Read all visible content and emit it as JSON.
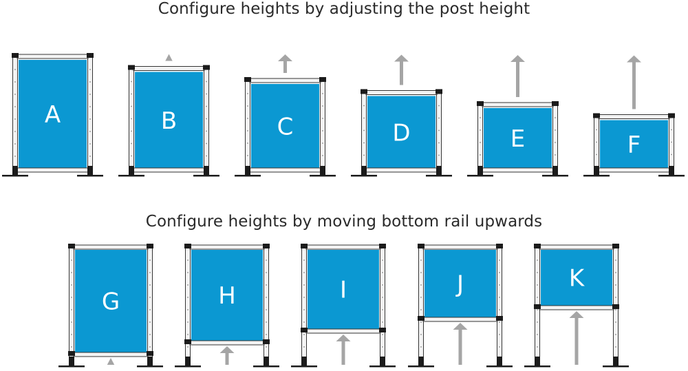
{
  "headings": {
    "top": "Configure heights by adjusting the post height",
    "bottom": "Configure heights by moving bottom rail upwards"
  },
  "colors": {
    "panel": "#0b98d2",
    "arrow": "#a5a5a5",
    "post": "#f4f4f4",
    "outline": "#333333",
    "foot": "#1b1b1b"
  },
  "top_row": {
    "caption": "adjusting the post height",
    "panels": [
      {
        "letter": "A",
        "height_step": 0
      },
      {
        "letter": "B",
        "height_step": 1
      },
      {
        "letter": "C",
        "height_step": 2
      },
      {
        "letter": "D",
        "height_step": 3
      },
      {
        "letter": "E",
        "height_step": 4
      },
      {
        "letter": "F",
        "height_step": 5
      }
    ]
  },
  "bottom_row": {
    "caption": "moving bottom rail upwards",
    "panels": [
      {
        "letter": "G",
        "rail_step": 0
      },
      {
        "letter": "H",
        "rail_step": 1
      },
      {
        "letter": "I",
        "rail_step": 2
      },
      {
        "letter": "J",
        "rail_step": 3
      },
      {
        "letter": "K",
        "rail_step": 4
      }
    ]
  }
}
